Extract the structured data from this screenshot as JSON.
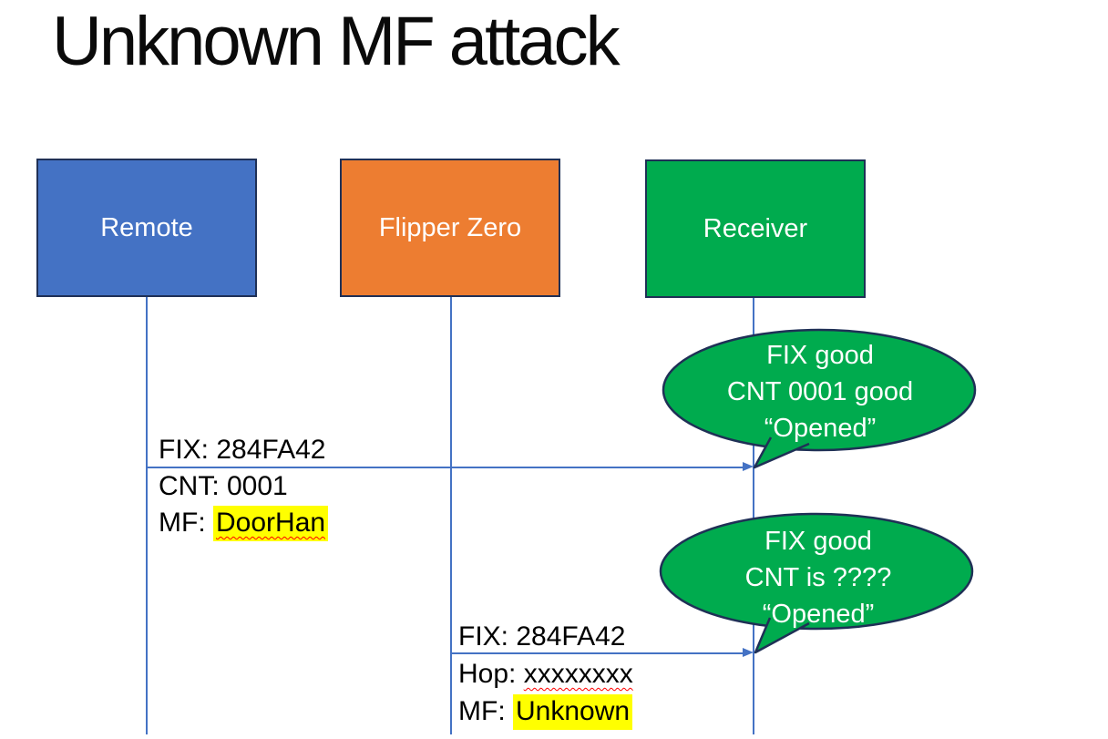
{
  "title": "Unknown MF attack",
  "colors": {
    "actor_blue": "#4472c4",
    "actor_orange": "#ed7d31",
    "actor_green": "#00ab4e",
    "border_navy": "#1f3056",
    "line_blue": "#4472c4",
    "highlight_yellow": "#ffff00",
    "squiggle_red": "#ff0000"
  },
  "actors": [
    {
      "label": "Remote"
    },
    {
      "label": "Flipper Zero"
    },
    {
      "label": "Receiver"
    }
  ],
  "messages": [
    {
      "line1": "FIX: 284FA42",
      "line2": "CNT: 0001",
      "line3_prefix": "MF: ",
      "line3_value": "DoorHan"
    },
    {
      "line1": "FIX: 284FA42",
      "line2_prefix": "Hop: ",
      "line2_value": "xxxxxxxx",
      "line3_prefix": "MF: ",
      "line3_value": "Unknown"
    }
  ],
  "bubbles": [
    {
      "line1": "FIX good",
      "line2": "CNT 0001 good",
      "line3": "“Opened”"
    },
    {
      "line1": "FIX good",
      "line2": "CNT is ????",
      "line3": "“Opened”"
    }
  ]
}
